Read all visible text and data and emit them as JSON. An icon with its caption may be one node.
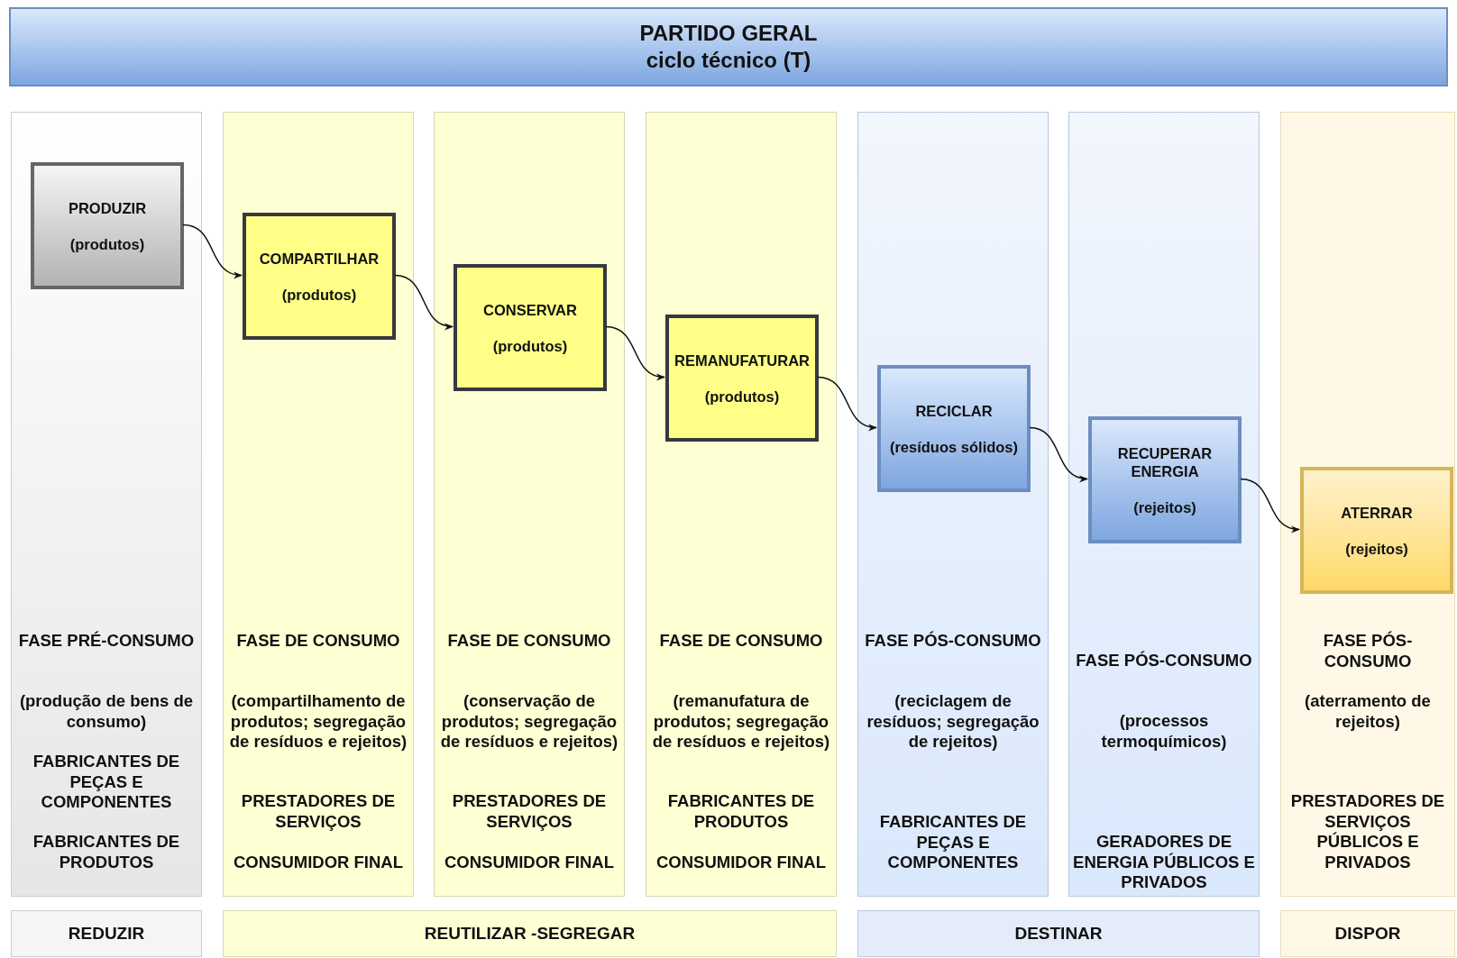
{
  "diagram": {
    "nodes": [
      {
        "text": [
          "PARTIDO GERAL",
          "ciclo técnico (T)"
        ]
      },
      {
        "text": [
          "FASE PRÉ-CONSUMO",
          "(produção de bens de consumo)",
          "FABRICANTES DE PEÇAS E COMPONENTES",
          "FABRICANTES DE PRODUTOS"
        ]
      },
      {
        "text": [
          "PRODUZIR",
          "(produtos)"
        ],
        "in": 1
      },
      {
        "text": [
          "FASE DE CONSUMO",
          "(compartilhamento de produtos; segregação de resíduos e rejeitos)",
          "PRESTADORES DE SERVIÇOS",
          "CONSUMIDOR FINAL"
        ]
      },
      {
        "text": [
          "COMPARTILHAR",
          "(produtos)"
        ],
        "in": 3
      },
      {
        "text": [
          "FASE DE CONSUMO",
          "(conservação de produtos; segregação de resíduos e rejeitos)",
          "PRESTADORES DE SERVIÇOS",
          "CONSUMIDOR FINAL"
        ]
      },
      {
        "text": [
          "CONSERVAR",
          "(produtos)"
        ],
        "in": 5
      },
      {
        "text": [
          "FASE DE CONSUMO",
          "(remanufatura de produtos; segregação de resíduos e rejeitos)",
          "FABRICANTES DE PRODUTOS",
          "CONSUMIDOR FINAL"
        ]
      },
      {
        "text": [
          "REMANUFATURAR",
          "(produtos)"
        ],
        "in": 7
      },
      {
        "text": [
          "FASE PÓS-CONSUMO",
          "(reciclagem de resíduos; segregação de rejeitos)",
          "FABRICANTES DE PEÇAS E COMPONENTES"
        ]
      },
      {
        "text": [
          "RECICLAR",
          "(resíduos sólidos)"
        ],
        "in": 9
      },
      {
        "text": [
          "FASE PÓS-CONSUMO",
          "(processos termoquímicos)",
          "GERADORES DE ENERGIA PÚBLICOS E PRIVADOS"
        ]
      },
      {
        "text": [
          "RECUPERAR ENERGIA",
          "(rejeitos)"
        ],
        "in": 11
      },
      {
        "text": [
          "FASE PÓS-CONSUMO",
          "(aterramento de rejeitos)",
          "PRESTADORES DE SERVIÇOS PÚBLICOS E PRIVADOS"
        ]
      },
      {
        "text": [
          "ATERRAR",
          "(rejeitos)"
        ],
        "in": 13
      },
      {
        "text": [
          "REDUZIR"
        ]
      },
      {
        "text": [
          "REUTILIZAR -SEGREGAR"
        ]
      },
      {
        "text": [
          "DESTINAR"
        ]
      },
      {
        "text": [
          "DISPOR"
        ]
      }
    ],
    "edges": [
      {
        "from": 2,
        "to": 4,
        "arrow": "to"
      },
      {
        "from": 4,
        "to": 6,
        "arrow": "to"
      },
      {
        "from": 6,
        "to": 8,
        "arrow": "to"
      },
      {
        "from": 8,
        "to": 10,
        "arrow": "to"
      },
      {
        "from": 10,
        "to": 12,
        "arrow": "to"
      },
      {
        "from": 12,
        "to": 14,
        "arrow": "to"
      }
    ]
  }
}
